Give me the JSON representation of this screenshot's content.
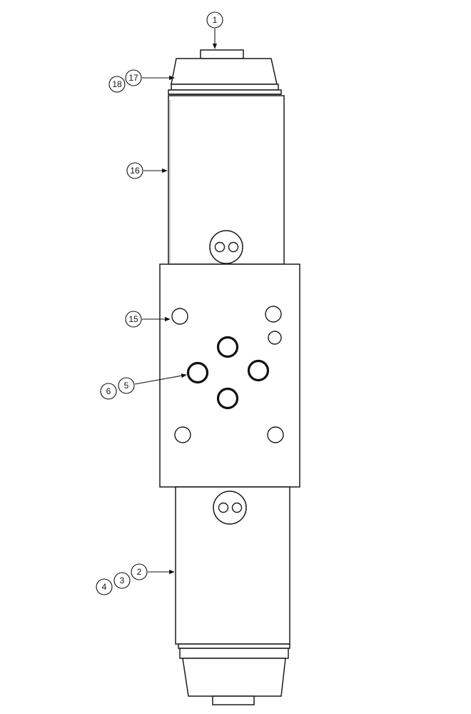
{
  "diagram": {
    "callouts": [
      {
        "id": "c1",
        "label": "1"
      },
      {
        "id": "c17",
        "label": "17"
      },
      {
        "id": "c18",
        "label": "18"
      },
      {
        "id": "c16",
        "label": "16"
      },
      {
        "id": "c15",
        "label": "15"
      },
      {
        "id": "c5",
        "label": "5"
      },
      {
        "id": "c6",
        "label": "6"
      },
      {
        "id": "c2",
        "label": "2"
      },
      {
        "id": "c3",
        "label": "3"
      },
      {
        "id": "c4",
        "label": "4"
      }
    ]
  }
}
